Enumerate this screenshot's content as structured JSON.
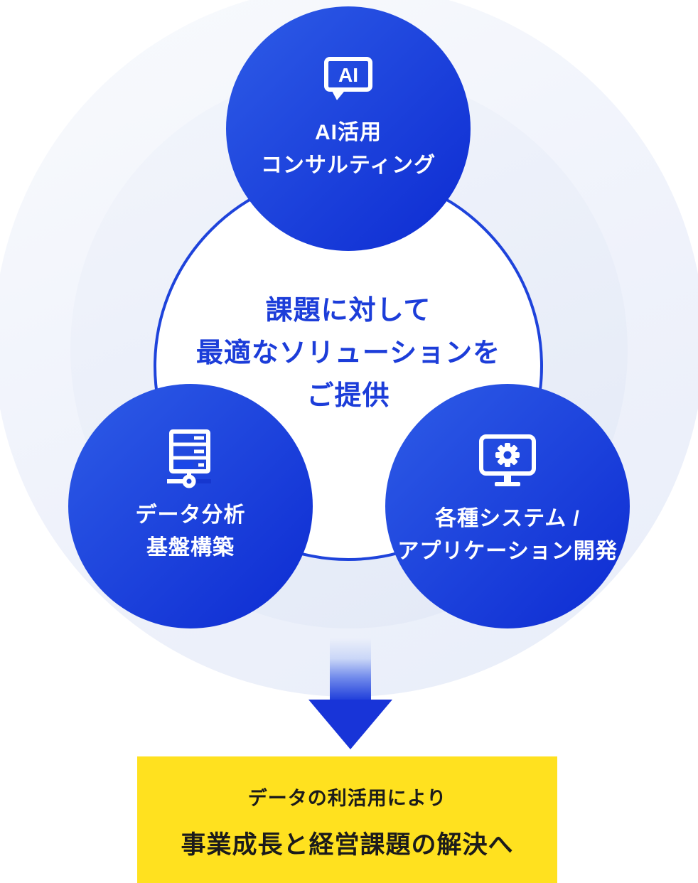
{
  "diagram": {
    "center": {
      "lines": [
        "課題に対して",
        "最適なソリューションを",
        "ご提供"
      ]
    },
    "nodes": [
      {
        "id": "ai-consulting",
        "icon": "ai-chat-bubble-icon",
        "icon_text": "AI",
        "lines": [
          "AI活用",
          "コンサルティング"
        ]
      },
      {
        "id": "data-analysis-platform",
        "icon": "server-database-icon",
        "lines": [
          "データ分析",
          "基盤構築"
        ]
      },
      {
        "id": "system-application-dev",
        "icon": "monitor-gear-icon",
        "lines": [
          "各種システム /",
          "アプリケーション開発"
        ]
      }
    ],
    "arrow": {
      "icon": "down-arrow-icon"
    },
    "result": {
      "lines": [
        "データの利活用により",
        "事業成長と経営課題の解決へ"
      ]
    },
    "colors": {
      "node_gradient_start": "#2e5ce7",
      "node_gradient_end": "#0d2bd2",
      "center_border": "#1e43db",
      "center_text": "#1c3dd9",
      "arrow_blue": "#1834d8",
      "result_background": "#ffe11f",
      "result_text": "#1b1b1b",
      "icon_white": "#ffffff"
    }
  }
}
